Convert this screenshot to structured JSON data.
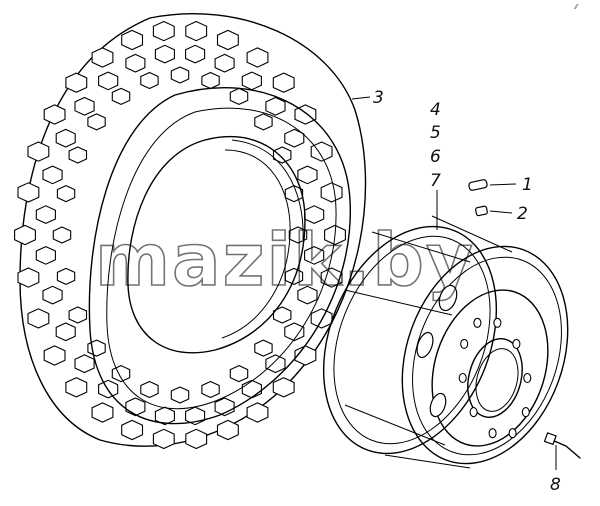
{
  "diagram": {
    "corner_mark": "⁄⁄",
    "watermark": "mazik.by",
    "callouts": {
      "c1": "1",
      "c2": "2",
      "c3": "3",
      "c4": "4",
      "c5": "5",
      "c6": "6",
      "c7": "7",
      "c8": "8"
    }
  }
}
